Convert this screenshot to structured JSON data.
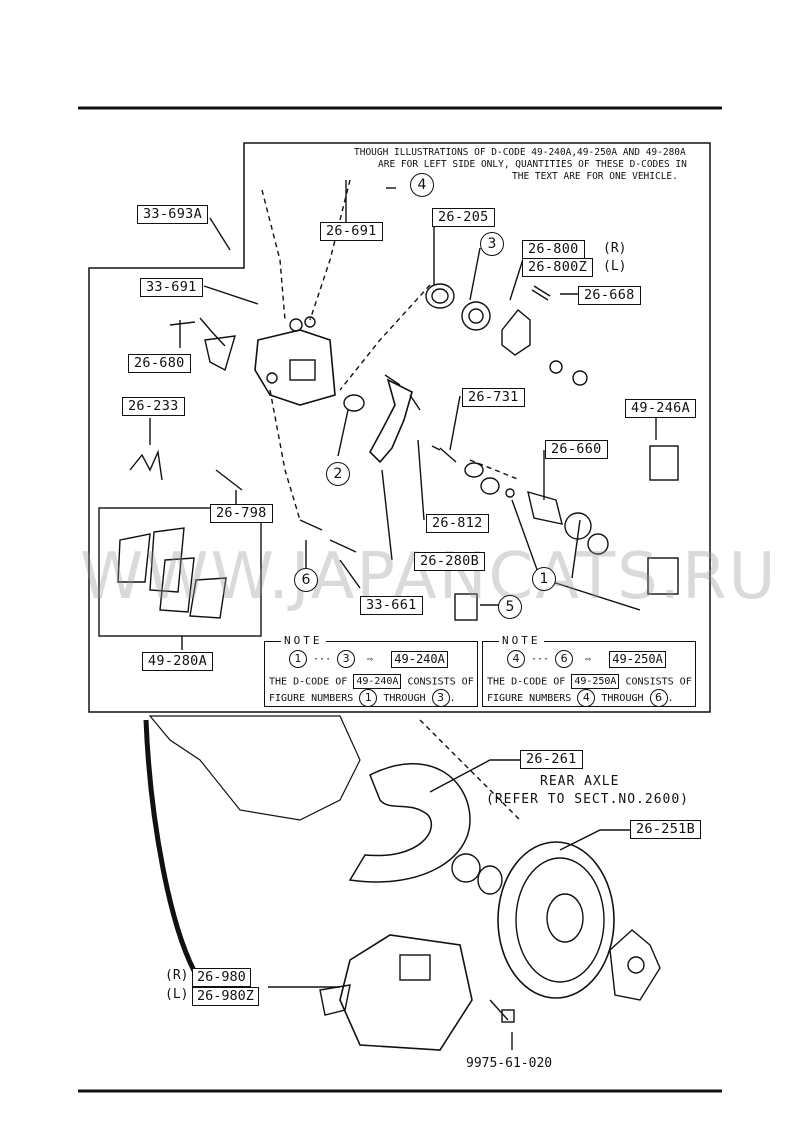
{
  "header_note": [
    "THOUGH ILLUSTRATIONS OF D-CODE 49-240A,49-250A AND 49-280A",
    "ARE FOR LEFT SIDE ONLY, QUANTITIES OF THESE D-CODES IN",
    "THE TEXT ARE FOR ONE VEHICLE."
  ],
  "labels": {
    "p26_691": "26-691",
    "p33_693A": "33-693A",
    "p26_205": "26-205",
    "p26_800": "26-800",
    "p26_800Z": "26-800Z",
    "side_R": "(R)",
    "side_L": "(L)",
    "p26_668": "26-668",
    "p33_691": "33-691",
    "p26_680": "26-680",
    "p26_233": "26-233",
    "p26_731": "26-731",
    "p49_246A": "49-246A",
    "p26_660": "26-660",
    "p26_798": "26-798",
    "p26_812": "26-812",
    "p26_280B": "26-280B",
    "p33_661": "33-661",
    "p49_280A": "49-280A",
    "p26_261": "26-261",
    "p26_251B": "26-251B",
    "p26_980": "26-980",
    "p26_980Z": "26-980Z",
    "side_R2": "(R)",
    "side_L2": "(L)",
    "bolt": "9975-61-020"
  },
  "circles": {
    "c1": "1",
    "c2": "2",
    "c3": "3",
    "c4": "4",
    "c5": "5",
    "c6": "6"
  },
  "rear_axle": [
    "REAR AXLE",
    "(REFER TO SECT.NO.2600)"
  ],
  "note_left": {
    "title": "NOTE",
    "from": "1",
    "to": "3",
    "code": "49-240A",
    "line1_a": "THE D-CODE OF",
    "line1_b": "CONSISTS OF",
    "line2_a": "FIGURE NUMBERS",
    "line2_b": "THROUGH"
  },
  "note_right": {
    "title": "NOTE",
    "from": "4",
    "to": "6",
    "code": "49-250A",
    "line1_a": "THE D-CODE OF",
    "line1_b": "CONSISTS OF",
    "line2_a": "FIGURE NUMBERS",
    "line2_b": "THROUGH"
  },
  "watermark": "WWW.JAPANCATS.RU"
}
